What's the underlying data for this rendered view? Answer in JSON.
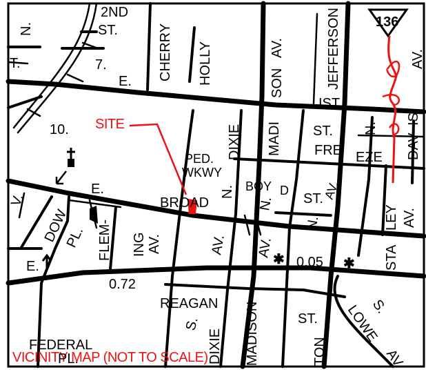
{
  "map": {
    "caption": "VICINITY MAP (NOT TO SCALE)",
    "site_label": "SITE",
    "route_shield": "136",
    "colors": {
      "annotation": "#e11111",
      "roads": "#000000",
      "background": "#ffffff"
    },
    "streets": {
      "second_st_a": "2ND",
      "second_st_b": "ST.",
      "n_left": "N.",
      "t_left": "T.",
      "seventh": "7.",
      "e_seventh": "E.",
      "cherry": "CHERRY",
      "holly": "HOLLY",
      "son_av": "SON",
      "av_top": "AV.",
      "jefferson": "JEFFERSON",
      "davis_av": "AV.",
      "ist": "IST",
      "tenth": "10.",
      "ped": "PED.",
      "wkwy": "WKWY",
      "dixie_n": "DIXIE",
      "n_dixie": "N.",
      "madi": "MADI",
      "st_freeze": "ST.",
      "n_freeze": "N.",
      "fre": "FRE",
      "eze": "EZE",
      "dav": "DAV",
      "is": "IS",
      "e_broad": "E.",
      "broad": "BROAD",
      "boy": "BOY",
      "d": "D",
      "st_boyd": "ST.",
      "av_boyd": "AV.",
      "n_madison": "N.",
      "av_madison": "AV.",
      "n_lower": "N.",
      "ley": "LEY",
      "av_staley": "AV.",
      "sta": "STA",
      "dow": "DOW",
      "pl_dow": "PL.",
      "v_left": "V.",
      "flem": "FLEM-",
      "ing": "ING",
      "av_fleming": "AV.",
      "av_dixie": "AV.",
      "e_lower": "E.",
      "dist_072": "0.72",
      "dist_005": "0.05",
      "reagan": "REAGAN",
      "madison_s": "MADISON",
      "dixie_s": "DIXIE",
      "s_dixie": "S.",
      "st_lower": "ST.",
      "ton": "TON",
      "lowe": "LOWE",
      "s_lowe": "S.",
      "av_lowe": "AV",
      "federal": "FEDERAL",
      "pl_federal": "PL."
    }
  }
}
